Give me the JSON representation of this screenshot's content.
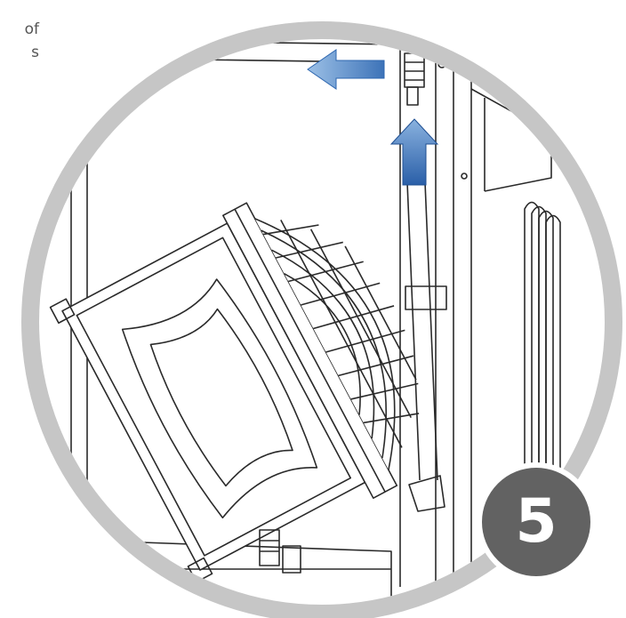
{
  "edge_text": {
    "line1": "of",
    "line2": "s"
  },
  "step": {
    "number": "5"
  },
  "colors": {
    "ring": "#c6c6c6",
    "line": "#2a2a2a",
    "arrow_light": "#7aa6d8",
    "arrow_dark": "#2e67b0",
    "badge": "#626262"
  },
  "icons": {
    "arrow_left": "arrow-left-icon",
    "arrow_up": "arrow-up-icon"
  }
}
